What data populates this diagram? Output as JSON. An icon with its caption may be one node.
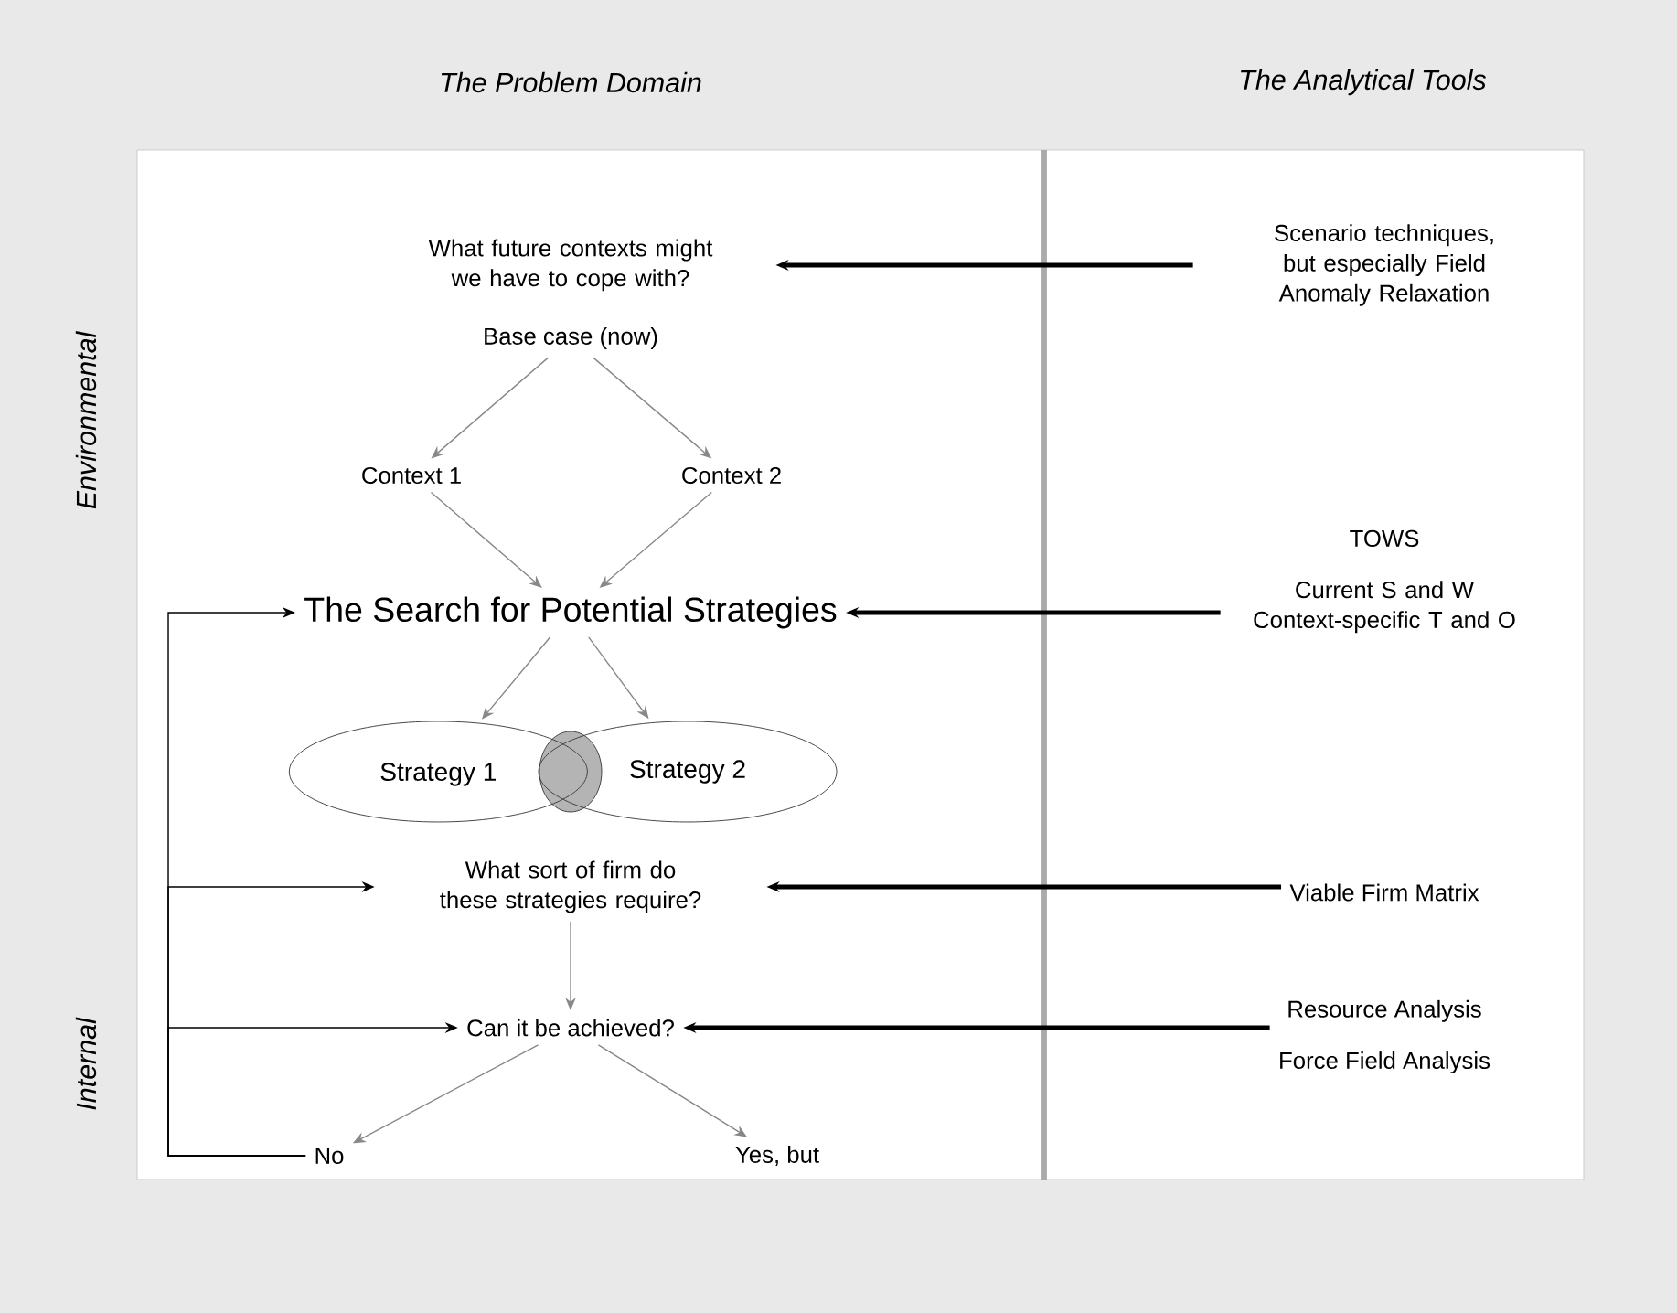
{
  "diagram": {
    "nodes": [
      {
        "text": [
          "What future contexts might we have to cope with?"
        ]
      },
      {
        "text": [
          "Base case (now)"
        ]
      },
      {
        "text": [
          "Context 1"
        ]
      },
      {
        "text": [
          "Context 2"
        ]
      },
      {
        "text": [
          "The Search for Potential Strategies"
        ]
      },
      {
        "text": [
          "Strategy 1"
        ]
      },
      {
        "text": [
          "Strategy 2"
        ]
      },
      {
        "text": [
          "What sort of firm do these strategies require?"
        ]
      },
      {
        "text": [
          "Can it be achieved?"
        ]
      },
      {
        "text": [
          "No"
        ]
      },
      {
        "text": [
          "Yes, but"
        ]
      },
      {
        "text": [
          "Scenario techniques, but especially Field Anomaly Relaxation"
        ]
      },
      {
        "text": [
          "TOWS",
          "Current S and W Context-specific T and O"
        ]
      },
      {
        "text": [
          "Viable Firm Matrix"
        ]
      },
      {
        "text": [
          "Resource Analysis",
          "Force Field Analysis"
        ]
      }
    ],
    "edges": [
      {
        "from": 1,
        "to": 2,
        "arrow": "to"
      },
      {
        "from": 1,
        "to": 3,
        "arrow": "to"
      },
      {
        "from": 2,
        "to": 4,
        "arrow": "to"
      },
      {
        "from": 3,
        "to": 4,
        "arrow": "to"
      },
      {
        "from": 4,
        "to": 5,
        "arrow": "to"
      },
      {
        "from": 4,
        "to": 6,
        "arrow": "to"
      },
      {
        "from": 7,
        "to": 8,
        "arrow": "to"
      },
      {
        "from": 8,
        "to": 9,
        "arrow": "to"
      },
      {
        "from": 8,
        "to": 10,
        "arrow": "to"
      },
      {
        "from": 11,
        "to": 0,
        "arrow": "to",
        "style": "thick",
        "color": "#000000"
      },
      {
        "from": 12,
        "to": 4,
        "arrow": "to",
        "style": "thick",
        "color": "#000000"
      },
      {
        "from": 13,
        "to": 7,
        "arrow": "to",
        "style": "thick",
        "color": "#000000"
      },
      {
        "from": 14,
        "to": 8,
        "arrow": "to",
        "style": "thick",
        "color": "#000000"
      },
      {
        "from": 9,
        "to": 4,
        "arrow": "to",
        "color": "#000000"
      },
      {
        "from": 9,
        "to": 7,
        "arrow": "to",
        "color": "#000000"
      },
      {
        "from": 9,
        "to": 8,
        "arrow": "to",
        "color": "#000000"
      }
    ],
    "labels": [
      "The Problem Domain",
      "The Analytical Tools",
      "Environmental",
      "Internal"
    ]
  }
}
